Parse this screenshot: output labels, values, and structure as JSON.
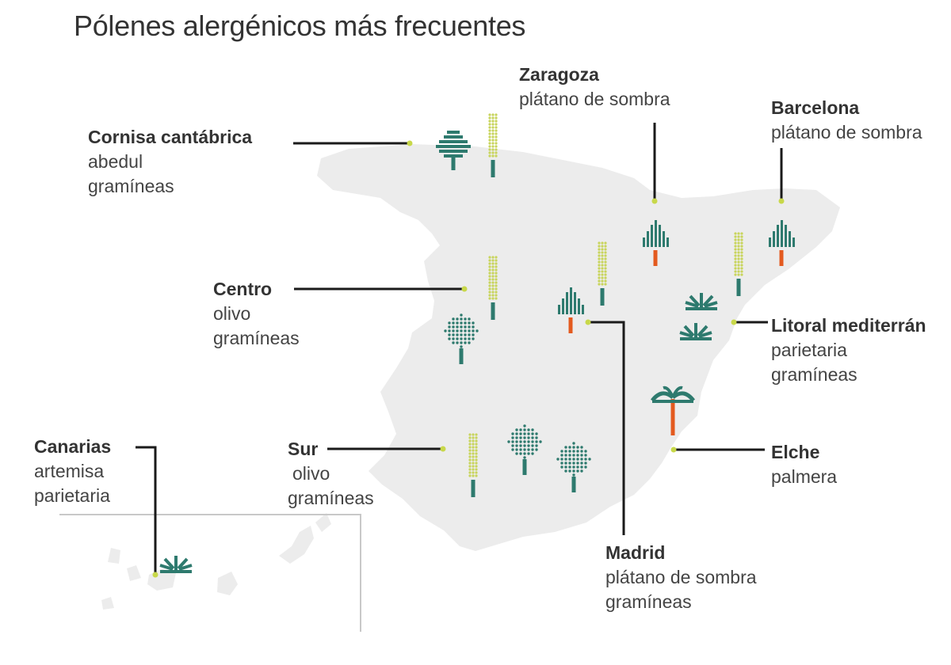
{
  "title": "Pólenes alergénicos más frecuentes",
  "colors": {
    "land": "#ececec",
    "leader": "#1a1a1a",
    "dot": "#c8d84a",
    "tree_green": "#2e7a6e",
    "grass_yellow": "#c8d45c",
    "trunk_orange": "#e35a1f"
  },
  "regions": [
    {
      "id": "cornisa",
      "name": "Cornisa cantábrica",
      "lines": [
        "abedul",
        "gramíneas"
      ]
    },
    {
      "id": "zaragoza",
      "name": "Zaragoza",
      "lines": [
        "plátano de sombra"
      ]
    },
    {
      "id": "barcelona",
      "name": "Barcelona",
      "lines": [
        "plátano de sombra"
      ]
    },
    {
      "id": "centro",
      "name": "Centro",
      "lines": [
        "olivo",
        "gramíneas"
      ]
    },
    {
      "id": "litoral",
      "name": "Litoral mediterrán",
      "lines": [
        "parietaria",
        "gramíneas"
      ]
    },
    {
      "id": "canarias",
      "name": "Canarias",
      "lines": [
        "artemisa",
        "parietaria"
      ]
    },
    {
      "id": "sur",
      "name": "Sur",
      "lines": [
        "olivo",
        "gramíneas"
      ]
    },
    {
      "id": "elche",
      "name": "Elche",
      "lines": [
        "palmera"
      ]
    },
    {
      "id": "madrid",
      "name": "Madrid",
      "lines": [
        "plátano de sombra",
        "gramíneas"
      ]
    }
  ],
  "icons": [
    {
      "type": "birch",
      "pollen": "abedul"
    },
    {
      "type": "grass",
      "pollen": "gramíneas"
    },
    {
      "type": "plane",
      "pollen": "plátano de sombra"
    },
    {
      "type": "plane",
      "pollen": "plátano de sombra"
    },
    {
      "type": "grass",
      "pollen": "gramíneas"
    },
    {
      "type": "plane",
      "pollen": "plátano de sombra"
    },
    {
      "type": "grass",
      "pollen": "gramíneas"
    },
    {
      "type": "grass",
      "pollen": "gramíneas"
    },
    {
      "type": "olive",
      "pollen": "olivo"
    },
    {
      "type": "parietaria",
      "pollen": "parietaria"
    },
    {
      "type": "parietaria",
      "pollen": "parietaria"
    },
    {
      "type": "palm",
      "pollen": "palmera"
    },
    {
      "type": "grass",
      "pollen": "gramíneas"
    },
    {
      "type": "olive",
      "pollen": "olivo"
    },
    {
      "type": "olive",
      "pollen": "olivo"
    },
    {
      "type": "parietaria",
      "pollen": "artemisa"
    }
  ]
}
